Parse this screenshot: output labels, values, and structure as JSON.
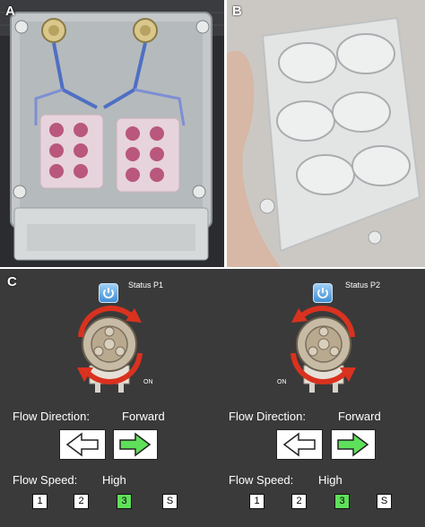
{
  "panel_a": {
    "letter": "A"
  },
  "panel_b": {
    "letter": "B"
  },
  "panel_c": {
    "letter": "C"
  },
  "pumps": [
    {
      "status_label": "Status P1",
      "on_label": "ON",
      "flow_direction_label": "Flow Direction:",
      "flow_direction_value": "Forward",
      "flow_speed_label": "Flow Speed:",
      "flow_speed_value": "High",
      "speed_buttons": [
        "1",
        "2",
        "3",
        "S"
      ],
      "active_speed": "3"
    },
    {
      "status_label": "Status P2",
      "on_label": "ON",
      "flow_direction_label": "Flow Direction:",
      "flow_direction_value": "Forward",
      "flow_speed_label": "Flow Speed:",
      "flow_speed_value": "High",
      "speed_buttons": [
        "1",
        "2",
        "3",
        "S"
      ],
      "active_speed": "3"
    }
  ],
  "colors": {
    "panel_bg": "#3a3a3a",
    "active_green": "#5fe05a",
    "rotation_arrow_red": "#d9321f",
    "power_button_blue": "#3f8fd6"
  }
}
